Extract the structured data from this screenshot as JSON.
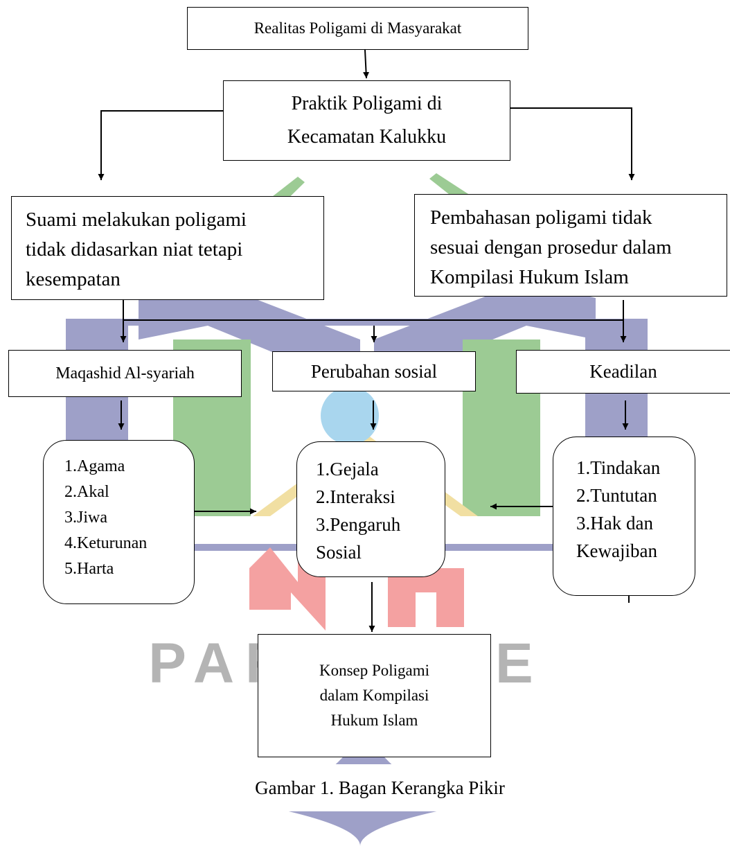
{
  "diagram": {
    "top_box": "Realitas Poligami di Masyarakat",
    "practice_box": {
      "line1": "Praktik Poligami di",
      "line2": "Kecamatan Kalukku"
    },
    "left_issue": {
      "line1": "Suami melakukan poligami",
      "line2": "tidak didasarkan niat tetapi",
      "line3": "kesempatan"
    },
    "right_issue": {
      "line1": "Pembahasan poligami tidak",
      "line2": "sesuai dengan prosedur dalam",
      "line3": "Kompilasi Hukum Islam"
    },
    "theory_left": "Maqashid Al-syariah",
    "theory_middle": "Perubahan sosial",
    "theory_right": "Keadilan",
    "list_left": [
      "1.Agama",
      "2.Akal",
      "3.Jiwa",
      "4.Keturunan",
      "5.Harta"
    ],
    "list_middle": [
      "1.Gejala",
      "2.Interaksi",
      "3.Pengaruh",
      "Sosial"
    ],
    "list_right": [
      "1.Tindakan",
      "2.Tuntutan",
      "3.Hak dan",
      "Kewajiban"
    ],
    "concept_box": {
      "line1": "Konsep Poligami",
      "line2": "dalam Kompilasi",
      "line3": "Hukum Islam"
    }
  },
  "caption": "Gambar 1. Bagan Kerangka Pikir",
  "watermark": {
    "text": "PAREPARE",
    "colors": {
      "frame": "#9ea0c8",
      "green": "#9ccb94",
      "gold": "#f1dfa2",
      "red": "#f4a1a1",
      "globe": "#a9d6ee",
      "letters": "#b4b4b4"
    }
  }
}
